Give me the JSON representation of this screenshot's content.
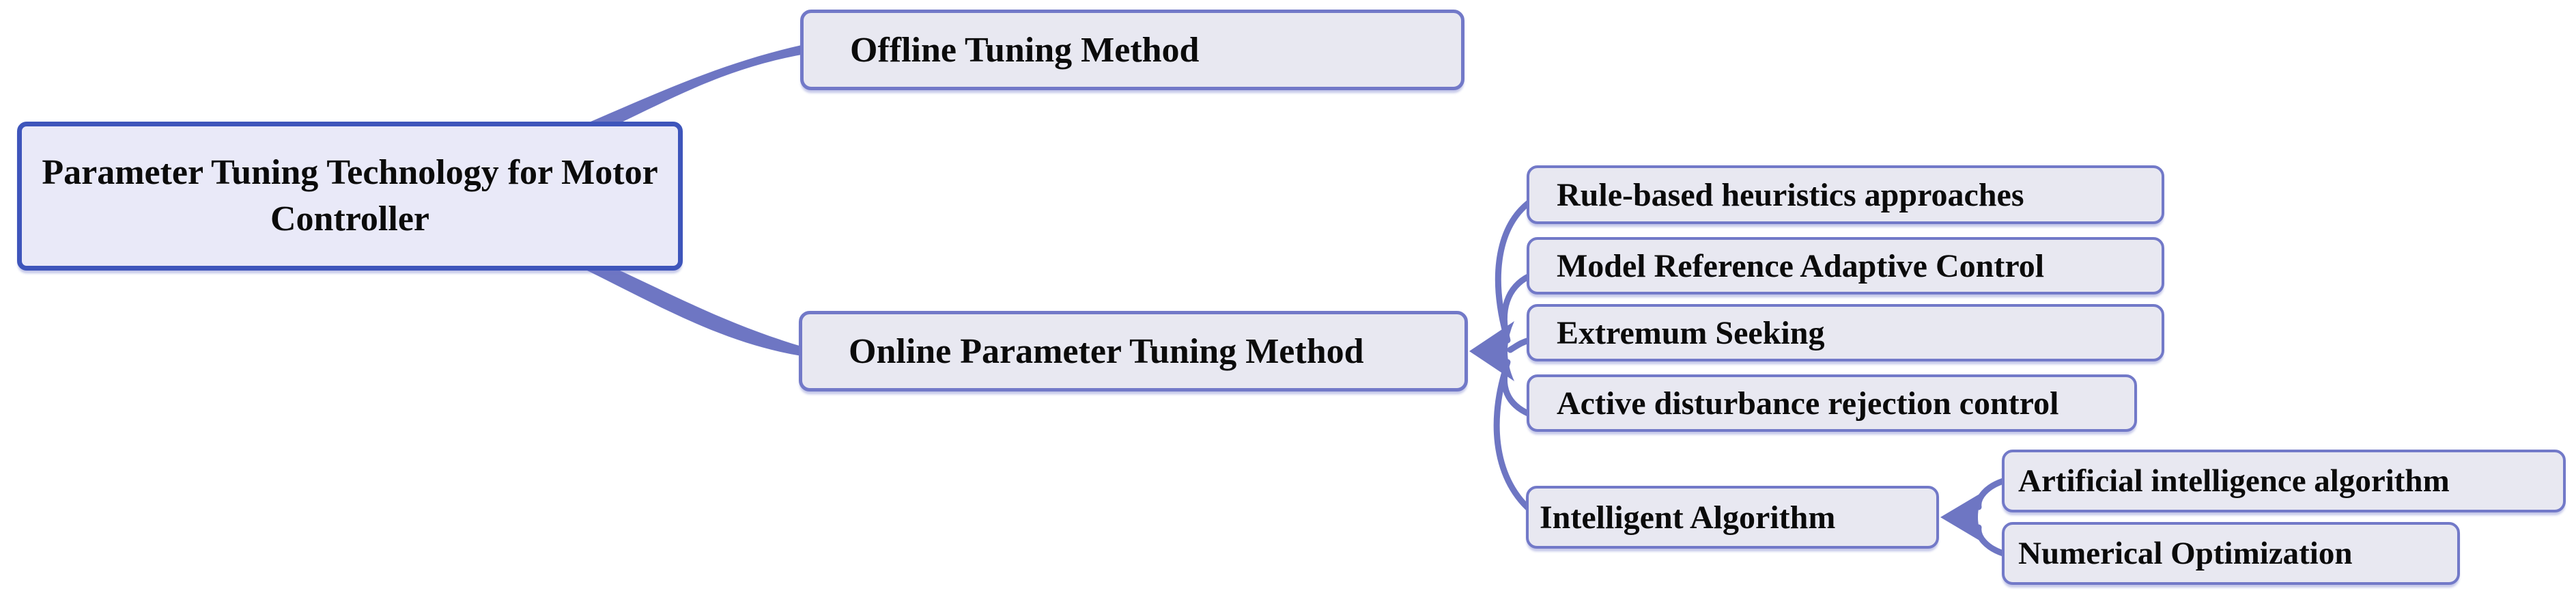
{
  "mindmap": {
    "root": {
      "label": "Parameter Tuning Technology for Motor Controller"
    },
    "branches": [
      {
        "label": "Offline Tuning Method",
        "children": []
      },
      {
        "label": "Online Parameter Tuning Method",
        "children": [
          {
            "label": "Rule-based heuristics approaches"
          },
          {
            "label": "Model Reference Adaptive Control"
          },
          {
            "label": "Extremum Seeking"
          },
          {
            "label": "Active disturbance rejection control"
          },
          {
            "label": "Intelligent Algorithm",
            "children": [
              {
                "label": "Artificial intelligence algorithm"
              },
              {
                "label": "Numerical Optimization"
              }
            ]
          }
        ]
      }
    ]
  },
  "colors": {
    "edge": "#6e76c3",
    "root-border": "#3e55bb",
    "root-fill": "#e9e9f8",
    "node-border": "#7279c8",
    "node-fill": "#e8e8f1",
    "text": "#0b0b0b",
    "bg": "#ffffff"
  }
}
